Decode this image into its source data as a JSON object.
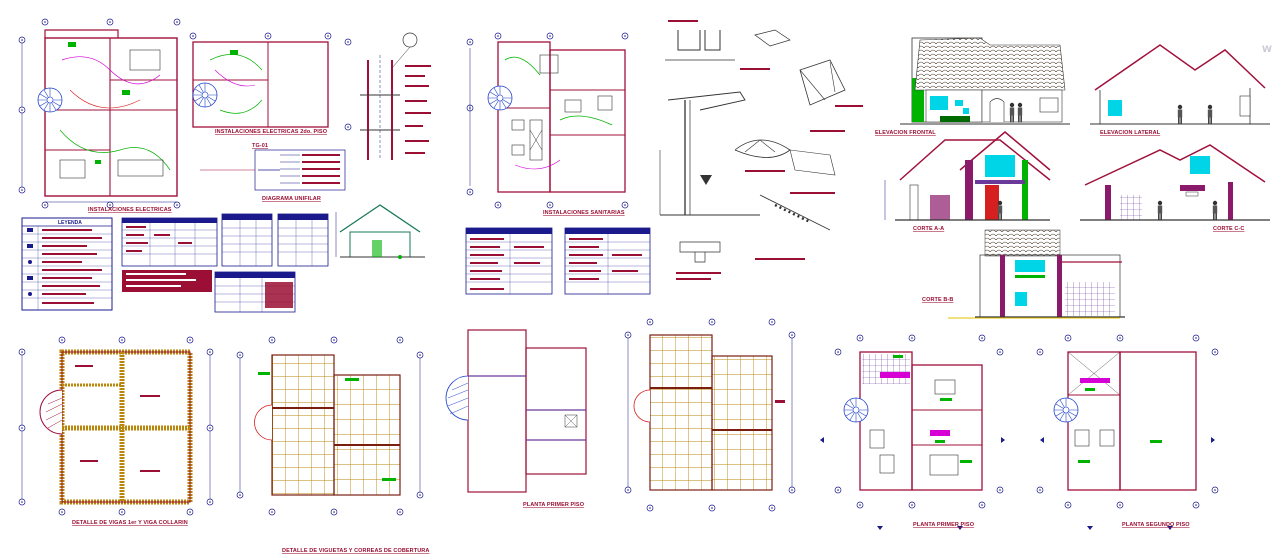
{
  "sheet": {
    "colors": {
      "wall": "#a0103a",
      "dim": "#1a1a8c",
      "accent_green": "#00b300",
      "accent_magenta": "#d600d6",
      "accent_cyan": "#00d5e8",
      "roof_hatch": "#8a6a3a",
      "beam": "#7a1e10",
      "stair": "#2244cc"
    },
    "titles": {
      "instalaciones_electricas_1": "INSTALACIONES ELECTRICAS",
      "instalaciones_electricas_2": "INSTALACIONES ELECTRICAS 2do. PISO",
      "diagrama_unifilar": "DIAGRAMA UNIFILAR",
      "tg": "TG-01",
      "instalaciones_sanitarias": "INSTALACIONES SANITARIAS",
      "elevacion_frontal": "ELEVACION FRONTAL",
      "elevacion_lateral": "ELEVACION LATERAL",
      "corte_a": "CORTE A-A",
      "corte_b": "CORTE B-B",
      "corte_c": "CORTE C-C",
      "detalle_vigas": "DETALLE DE VIGAS 1er Y VIGA COLLARIN",
      "detalle_cobertura": "DETALLE DE VIGUETAS Y CORREAS DE COBERTURA",
      "planta_primer_piso_1": "PLANTA PRIMER PISO",
      "planta_primer_piso_2": "PLANTA PRIMER PISO",
      "planta_segundo_piso": "PLANTA SEGUNDO PISO"
    },
    "tables": {
      "leyenda": "LEYENDA"
    }
  }
}
